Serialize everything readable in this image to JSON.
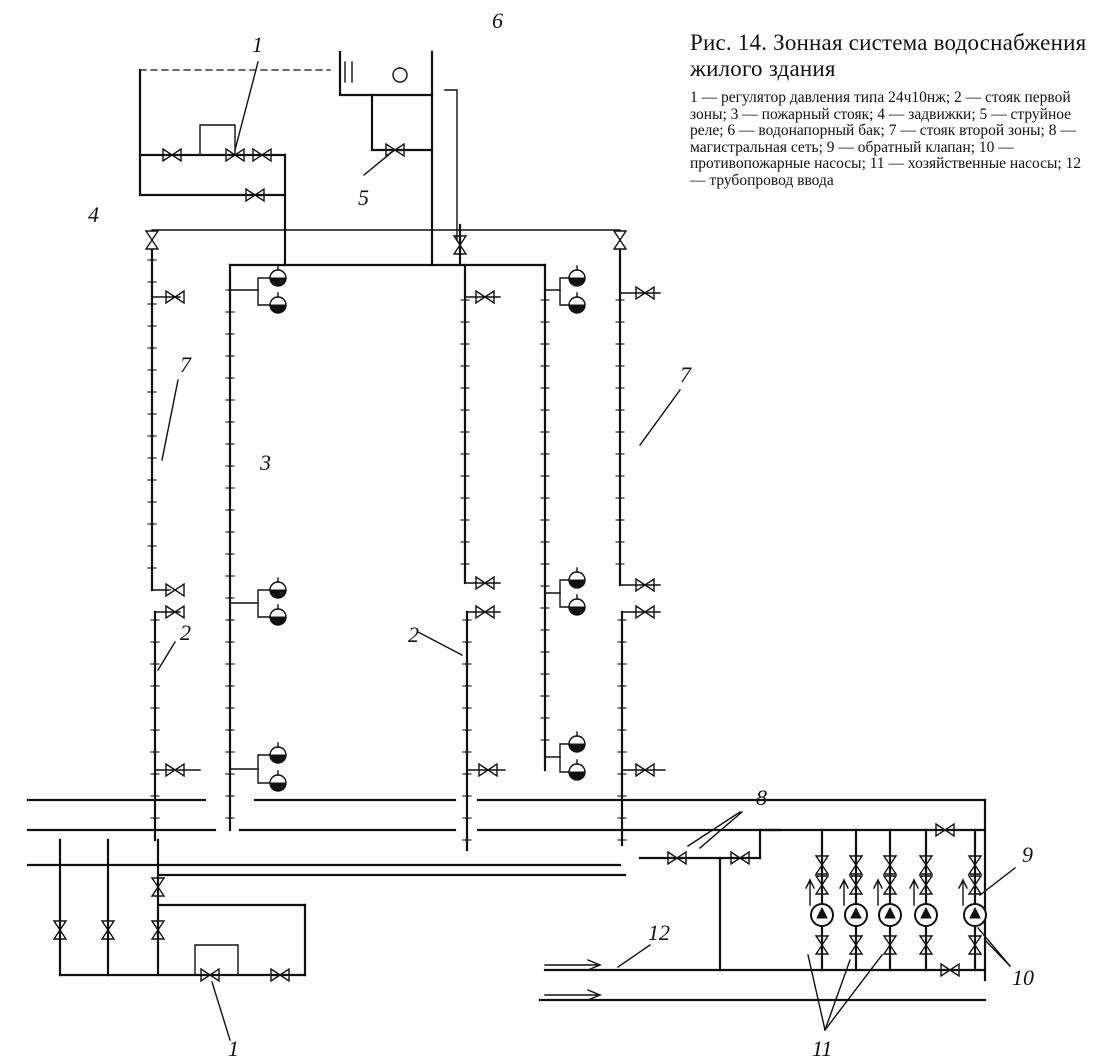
{
  "caption": {
    "title": "Рис. 14. Зонная система водоснабжения жилого здания",
    "legend": "1 — регулятор давления типа 24ч10нж; 2 — стояк первой зоны; 3 — пожарный стояк; 4 — задвижки; 5 — струйное реле; 6 — водонапорный бак; 7 — стояк второй зоны; 8 — магистральная сеть; 9 — обратный клапан; 10 — противопожарные насосы; 11 — хозяйственные насосы; 12 — трубопровод ввода"
  },
  "labels": {
    "l1_top": "1",
    "l1_bottom": "1",
    "l2_left": "2",
    "l2_mid": "2",
    "l3": "3",
    "l4": "4",
    "l5": "5",
    "l6": "6",
    "l7_left": "7",
    "l7_right": "7",
    "l8": "8",
    "l9": "9",
    "l10": "10",
    "l11": "11",
    "l12": "12"
  }
}
